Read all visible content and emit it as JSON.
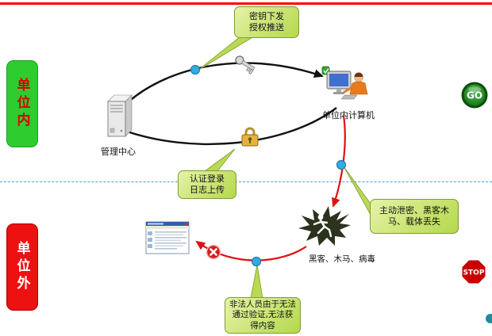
{
  "zones": {
    "inside": {
      "label": "单位内"
    },
    "outside": {
      "label": "单位外"
    }
  },
  "nodes": {
    "management_center": {
      "label": "管理中心"
    },
    "intranet_computer": {
      "label": "单位内计算机"
    },
    "hacker": {
      "label": "黑客、木马、病毒"
    }
  },
  "callouts": {
    "key_push": {
      "text": "密钥下发\n授权推送"
    },
    "auth_login": {
      "text": "认证登录\n日志上传"
    },
    "leak_risk": {
      "text": "主动泄密、黑客木\n马、载体丢失"
    },
    "blocked": {
      "text": "非法人员由于无法\n通过验证,无法获\n得内容"
    }
  },
  "signs": {
    "go": "GO",
    "stop": "STOP"
  },
  "colors": {
    "zone_inside_bg": "#2ecc2e",
    "zone_inside_text": "#dd0000",
    "zone_outside_bg": "#ee1111",
    "zone_outside_text": "#ffffff",
    "callout_bg": "#c7e465",
    "arrow_black": "#111111",
    "arrow_red": "#e01010",
    "dot_blue": "#35aadf",
    "divider_blue": "#4aa0d8",
    "top_line_red": "#ff0000",
    "go_green": "#0c6c0c",
    "stop_red": "#c80000"
  }
}
